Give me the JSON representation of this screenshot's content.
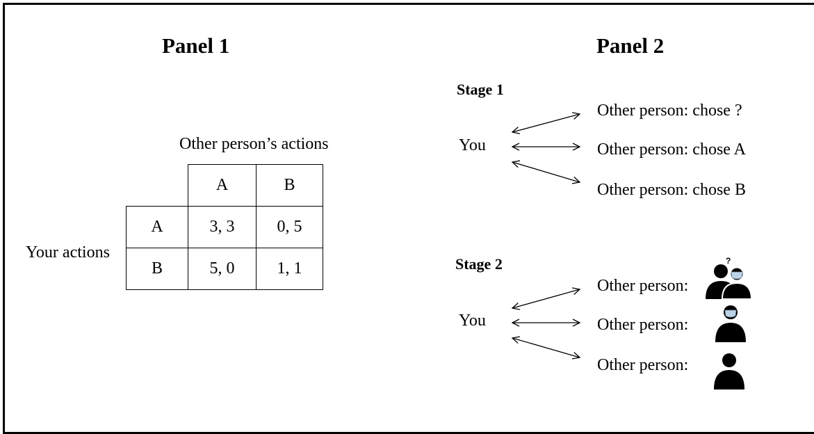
{
  "panel1": {
    "title": "Panel 1",
    "col_header": "Other person’s actions",
    "row_header": "Your actions",
    "col_labels": [
      "A",
      "B"
    ],
    "row_labels": [
      "A",
      "B"
    ],
    "cells": [
      [
        "3, 3",
        "0, 5"
      ],
      [
        "5, 0",
        "1, 1"
      ]
    ]
  },
  "panel2": {
    "title": "Panel 2",
    "stage1": {
      "title": "Stage 1",
      "you": "You",
      "targets": [
        "Other person: chose ?",
        "Other person: chose A",
        "Other person: chose B"
      ]
    },
    "stage2": {
      "title": "Stage 2",
      "you": "You",
      "targets": [
        "Other person:",
        "Other person:",
        "Other person:"
      ],
      "icons": [
        "unknown-pair-icon",
        "masked-person-icon",
        "person-icon"
      ],
      "unknown_mark": "?"
    }
  }
}
